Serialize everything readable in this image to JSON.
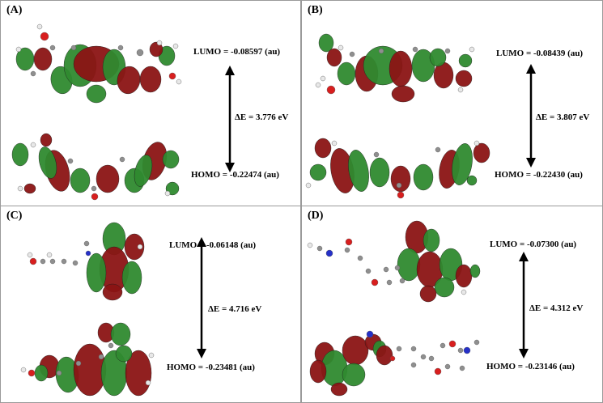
{
  "panels": [
    {
      "label": "(A)",
      "lumo": "LUMO = -0.08597 (au)",
      "homo": "HOMO = -0.22474 (au)",
      "gap": "ΔE  =  3.776 eV"
    },
    {
      "label": "(B)",
      "lumo": "LUMO = -0.08439 (au)",
      "homo": "HOMO = -0.22430 (au)",
      "gap": "ΔE = 3.807 eV"
    },
    {
      "label": "(C)",
      "lumo": "LUMO = -0.06148 (au)",
      "homo": "HOMO = -0.23481 (au)",
      "gap": "ΔE = 4.716 eV"
    },
    {
      "label": "(D)",
      "lumo": "LUMO = -0.07300 (au)",
      "homo": "HOMO = -0.23146 (au)",
      "gap": "ΔE = 4.312 eV"
    }
  ],
  "colors": {
    "lobe_positive": "#2f8a2f",
    "lobe_negative": "#8b1414",
    "atom_carbon": "#8f8f8f",
    "atom_hydrogen": "#e8e8e8",
    "atom_oxygen": "#d81e1e",
    "atom_nitrogen": "#2530c8",
    "frame": "#9a9a9a"
  }
}
